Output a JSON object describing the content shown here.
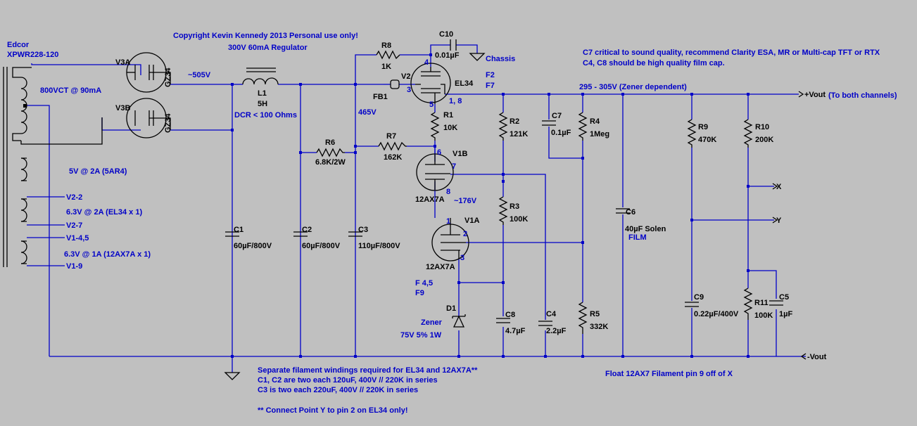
{
  "notes": {
    "edcor": "Edcor",
    "xfmr_model": "XPWR228-120",
    "copyright": "Copyright Kevin Kennedy  2013 Personal use only!",
    "regulator": "300V 60mA Regulator",
    "chassis": "Chassis",
    "c7_note": "C7 critical to sound quality, recommend Clarity ESA, MR or Multi-cap TFT or RTX",
    "c4c8_note": "C4, C8 should be high quality film cap.",
    "v505": "~505V",
    "ct": "800VCT @ 90mA",
    "dcr": "DCR < 100 Ohms",
    "v465": "465V",
    "zener_dep": "295 - 305V (Zener dependent)",
    "vout_plus": "+Vout",
    "both_ch": "(To both channels)",
    "vout_minus": "-Vout",
    "v176": "~176V",
    "w5v": "5V @ 2A (5AR4)",
    "w63a": "6.3V @ 2A (EL34 x 1)",
    "w63b": "6.3V @ 1A (12AX7A x 1)",
    "v22": "V2-2",
    "v27": "V2-7",
    "v145": "V1-4,5",
    "v19": "V1-9",
    "fil_note1": "Separate filament windings required for EL34 and 12AX7A**",
    "fil_note2": "C1, C2 are two each 120uF, 400V // 220K in series",
    "fil_note3": "C3 is two each 220uF, 400V // 220K in series",
    "fil_note4": "** Connect Point Y to  pin 2 on EL34 only!",
    "float_note": "Float 12AX7 Filament pin 9 off of X",
    "x": "X",
    "y": "Y",
    "f2": "F2",
    "f7": "F7",
    "f45": "F 4,5",
    "f9": "F9",
    "zener": "Zener",
    "zener_val": "75V 5% 1W",
    "film": "FILM"
  },
  "components": {
    "v3a": {
      "ref": "V3A",
      "type": "GZ34"
    },
    "v3b": {
      "ref": "V3B",
      "type": "GZ34"
    },
    "l1": {
      "ref": "L1",
      "value": "5H"
    },
    "r8": {
      "ref": "R8",
      "value": "1K"
    },
    "c10": {
      "ref": "C10",
      "value": "0.01µF"
    },
    "v2": {
      "ref": "V2",
      "type": "EL34",
      "pin4": "4",
      "pin3": "3",
      "pin5": "5",
      "pin18": "1, 8"
    },
    "fb1": {
      "ref": "FB1"
    },
    "r1": {
      "ref": "R1",
      "value": "10K"
    },
    "r6": {
      "ref": "R6",
      "value": "6.8K/2W"
    },
    "r7": {
      "ref": "R7",
      "value": "162K"
    },
    "v1b": {
      "ref": "V1B",
      "type": "12AX7A",
      "pin6": "6",
      "pin7": "7",
      "pin8": "8"
    },
    "v1a": {
      "ref": "V1A",
      "type": "12AX7A",
      "pin1": "1",
      "pin2": "2",
      "pin3": "3"
    },
    "r2": {
      "ref": "R2",
      "value": "121K"
    },
    "c7": {
      "ref": "C7",
      "value": "0.1µF"
    },
    "r4": {
      "ref": "R4",
      "value": "1Meg"
    },
    "r3": {
      "ref": "R3",
      "value": "100K"
    },
    "c1": {
      "ref": "C1",
      "value": "60µF/800V"
    },
    "c2": {
      "ref": "C2",
      "value": "60µF/800V"
    },
    "c3": {
      "ref": "C3",
      "value": "110µF/800V"
    },
    "c6": {
      "ref": "C6",
      "value": "40µF Solen"
    },
    "r9": {
      "ref": "R9",
      "value": "470K"
    },
    "r10": {
      "ref": "R10",
      "value": "200K"
    },
    "c9": {
      "ref": "C9",
      "value": "0.22µF/400V"
    },
    "r11": {
      "ref": "R11",
      "value": "100K"
    },
    "c5": {
      "ref": "C5",
      "value": "1µF"
    },
    "c8": {
      "ref": "C8",
      "value": "4.7µF"
    },
    "c4": {
      "ref": "C4",
      "value": "2.2µF"
    },
    "r5": {
      "ref": "R5",
      "value": "332K"
    },
    "d1": {
      "ref": "D1"
    }
  },
  "colors": {
    "background": "#c0c0c0",
    "wire": "#0000c8",
    "component": "#000000"
  }
}
